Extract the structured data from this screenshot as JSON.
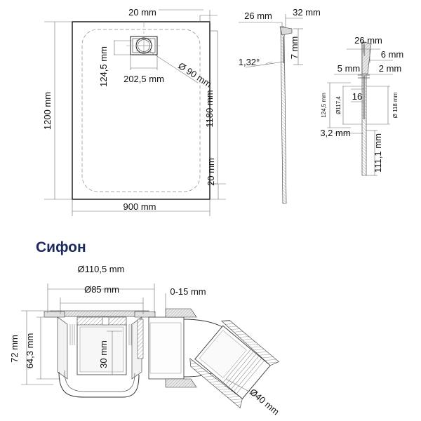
{
  "document": {
    "type": "technical-drawing",
    "title_siphon": "Сифон",
    "unit": "mm",
    "accent_color": "#1c2a5e",
    "line_color": "#1a1a1a",
    "background": "#ffffff"
  },
  "views": {
    "tray_plan": {
      "name": "shower-tray-plan-view",
      "dimensions": {
        "top_offset": "20 mm",
        "height_overall": "1200 mm",
        "height_inner": "1180 mm",
        "bottom_offset": "20 mm",
        "width_overall": "900 mm",
        "drain_from_top": "124,5 mm",
        "drain_from_left": "202,5 mm",
        "drain_diameter": "Ø 90 mm"
      }
    },
    "tray_section": {
      "name": "shower-tray-section-view",
      "dimensions": {
        "left_edge": "26 mm",
        "right_edge": "32 mm",
        "lip_height": "7 mm",
        "slope_angle": "1,32°"
      }
    },
    "drain_detail": {
      "name": "drain-detail-view",
      "dimensions": {
        "top_left": "26 mm",
        "top_right": "6 mm",
        "mid_left": "5 mm",
        "mid_right": "2 mm",
        "bottom_left": "3,2 mm",
        "height_total": "124,5 mm",
        "inner_diameter": "Ø117,4",
        "gap": "16",
        "outer_diameter": "Ø 118 mm",
        "depth": "111,1 mm"
      }
    },
    "siphon": {
      "name": "siphon-section-view",
      "dimensions": {
        "flange_diameter": "Ø110,5 mm",
        "body_diameter": "Ø85 mm",
        "adjust_range": "0-15 mm",
        "height_overall": "72 mm",
        "height_body": "64,3 mm",
        "water_seal": "30 mm",
        "outlet_diameter": "Ø40 mm"
      }
    }
  }
}
